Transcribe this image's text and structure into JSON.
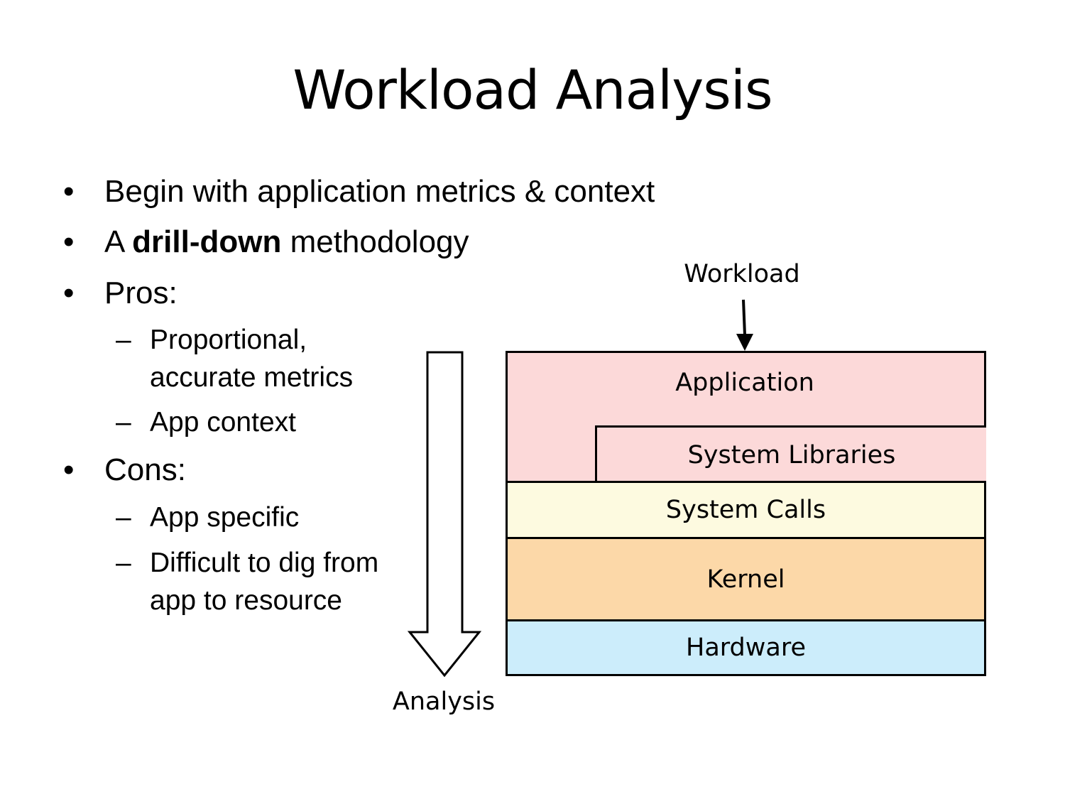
{
  "slide": {
    "title": "Workload Analysis",
    "bullets": [
      {
        "text": "Begin with application metrics & context"
      },
      {
        "prefix": "A ",
        "bold": "drill-down",
        "suffix": " methodology"
      },
      {
        "text": "Pros:"
      },
      {
        "text": "Cons:"
      }
    ],
    "pros": [
      {
        "line1": "Proportional,",
        "line2": "accurate metrics"
      },
      {
        "line1": "App context"
      }
    ],
    "cons": [
      {
        "line1": "App specific"
      },
      {
        "line1": "Difficult to dig from",
        "line2": "app to resource"
      }
    ],
    "bullet_glyph": "•",
    "dash_glyph": "–"
  },
  "diagram": {
    "input_label": "Workload",
    "direction_label": "Analysis",
    "layers": [
      {
        "name": "Application",
        "color": "#fcd9d9"
      },
      {
        "name": "System Libraries",
        "color": "#fcd9d9"
      },
      {
        "name": "System Calls",
        "color": "#fdfae0"
      },
      {
        "name": "Kernel",
        "color": "#fcd8a8"
      },
      {
        "name": "Hardware",
        "color": "#ccedfb"
      }
    ]
  }
}
